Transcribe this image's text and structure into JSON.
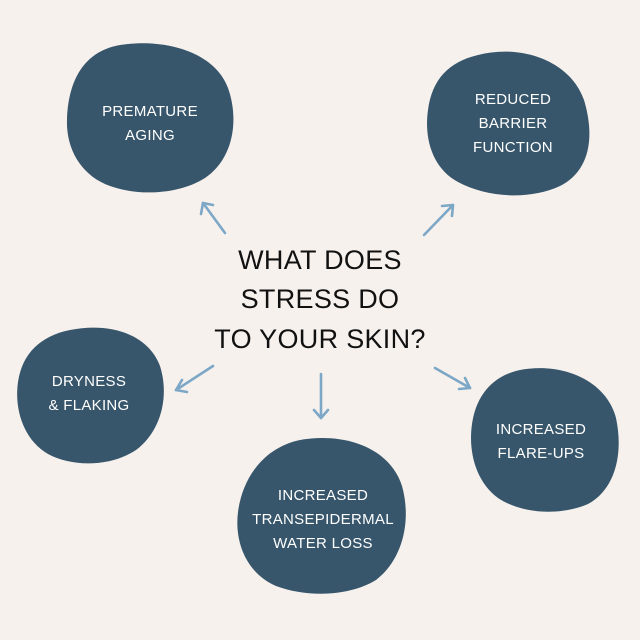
{
  "center": {
    "line1": "WHAT DOES",
    "line2": "STRESS DO",
    "line3": "TO YOUR SKIN?"
  },
  "effects": {
    "premature_aging": {
      "line1": "PREMATURE",
      "line2": "AGING"
    },
    "reduced_barrier": {
      "line1": "REDUCED",
      "line2": "BARRIER",
      "line3": "FUNCTION"
    },
    "dryness": {
      "line1": "DRYNESS",
      "line2": "& FLAKING"
    },
    "tewl": {
      "line1": "INCREASED",
      "line2": "TRANSEPIDERMAL",
      "line3": "WATER LOSS"
    },
    "flare_ups": {
      "line1": "INCREASED",
      "line2": "FLARE-UPS"
    }
  },
  "colors": {
    "background": "#f6f1ed",
    "blob": "#37566b",
    "arrow": "#7da7c6",
    "center_text": "#111111",
    "blob_text": "#ffffff"
  }
}
